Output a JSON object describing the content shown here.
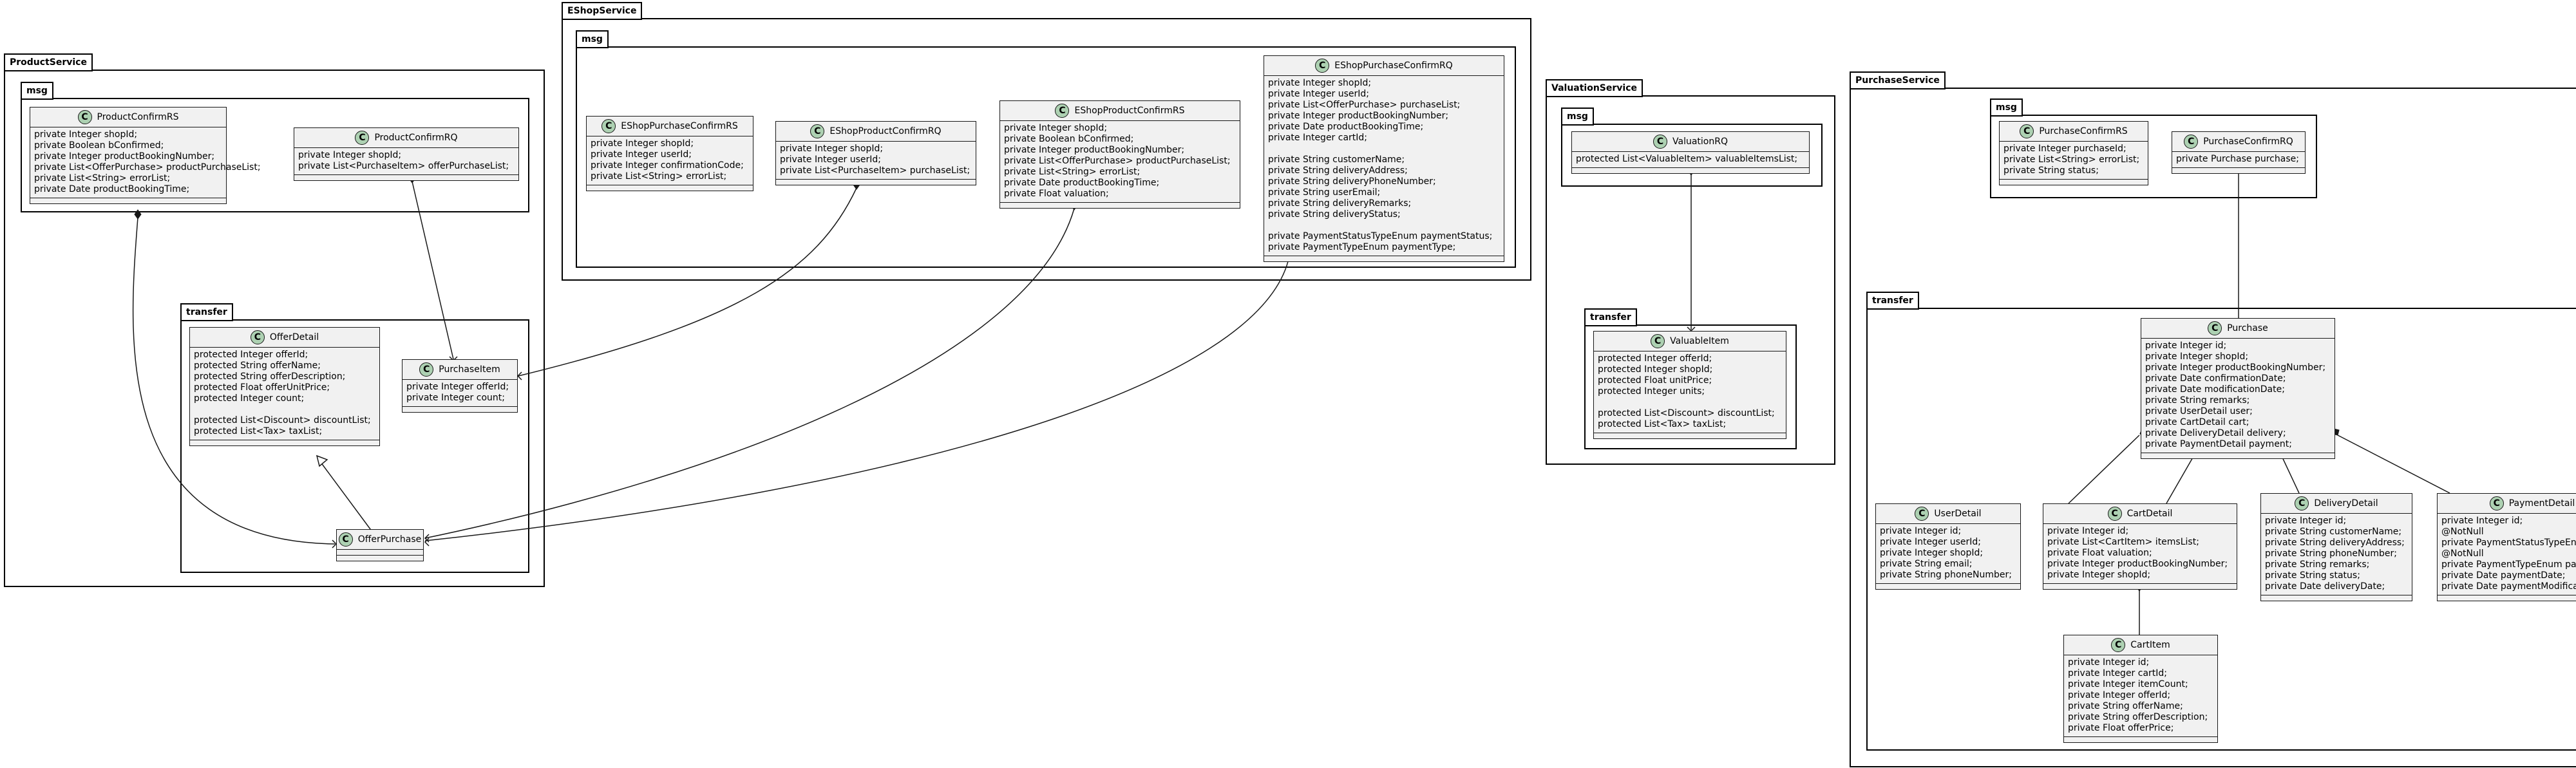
{
  "packages": {
    "product_service": {
      "name": "ProductService",
      "msg": "msg",
      "transfer": "transfer"
    },
    "eshop_service": {
      "name": "EShopService",
      "msg": "msg"
    },
    "valuation_service": {
      "name": "ValuationService",
      "msg": "msg",
      "transfer": "transfer"
    },
    "purchase_service": {
      "name": "PurchaseService",
      "msg": "msg",
      "transfer": "transfer"
    }
  },
  "class_badge": "C",
  "classes": {
    "ProductConfirmRS": {
      "name": "ProductConfirmRS",
      "fields": [
        "private Integer shopId;",
        "private Boolean bConfirmed;",
        "private Integer productBookingNumber;",
        "private List<OfferPurchase> productPurchaseList;",
        "private List<String> errorList;",
        "private Date productBookingTime;"
      ]
    },
    "ProductConfirmRQ": {
      "name": "ProductConfirmRQ",
      "fields": [
        "private Integer shopId;",
        "private List<PurchaseItem> offerPurchaseList;"
      ]
    },
    "OfferDetail": {
      "name": "OfferDetail",
      "fields": [
        "protected Integer offerId;",
        "protected String offerName;",
        "protected String offerDescription;",
        "protected Float offerUnitPrice;",
        "protected Integer count;",
        "",
        "protected List<Discount> discountList;",
        "protected List<Tax> taxList;"
      ]
    },
    "PurchaseItem": {
      "name": "PurchaseItem",
      "fields": [
        "private Integer offerId;",
        "private Integer count;"
      ]
    },
    "OfferPurchase": {
      "name": "OfferPurchase",
      "fields": []
    },
    "EShopPurchaseConfirmRS": {
      "name": "EShopPurchaseConfirmRS",
      "fields": [
        "private Integer shopId;",
        "private Integer userId;",
        "private Integer confirmationCode;",
        "private List<String> errorList;"
      ]
    },
    "EShopProductConfirmRQ": {
      "name": "EShopProductConfirmRQ",
      "fields": [
        "private Integer shopId;",
        "private Integer userId;",
        "private List<PurchaseItem> purchaseList;"
      ]
    },
    "EShopProductConfirmRS": {
      "name": "EShopProductConfirmRS",
      "fields": [
        "private Integer shopId;",
        "private Boolean bConfirmed;",
        "private Integer productBookingNumber;",
        "private List<OfferPurchase> productPurchaseList;",
        "private List<String> errorList;",
        "private Date productBookingTime;",
        "private Float valuation;"
      ]
    },
    "EShopPurchaseConfirmRQ": {
      "name": "EShopPurchaseConfirmRQ",
      "fields": [
        "private Integer shopId;",
        "private Integer userId;",
        "private List<OfferPurchase> purchaseList;",
        "private Integer productBookingNumber;",
        "private Date productBookingTime;",
        "private Integer cartId;",
        "",
        "private String customerName;",
        "private String deliveryAddress;",
        "private String deliveryPhoneNumber;",
        "private String userEmail;",
        "private String deliveryRemarks;",
        "private String deliveryStatus;",
        "",
        "private PaymentStatusTypeEnum paymentStatus;",
        "private PaymentTypeEnum paymentType;"
      ]
    },
    "ValuationRQ": {
      "name": "ValuationRQ",
      "fields": [
        "protected List<ValuableItem> valuableItemsList;"
      ]
    },
    "ValuableItem": {
      "name": "ValuableItem",
      "fields": [
        "protected Integer offerId;",
        "protected Integer shopId;",
        "protected Float unitPrice;",
        "protected Integer units;",
        "",
        "protected List<Discount> discountList;",
        "protected List<Tax> taxList;"
      ]
    },
    "PurchaseConfirmRS": {
      "name": "PurchaseConfirmRS",
      "fields": [
        "private Integer purchaseId;",
        "private List<String> errorList;",
        "private String status;"
      ]
    },
    "PurchaseConfirmRQ": {
      "name": "PurchaseConfirmRQ",
      "fields": [
        "private Purchase purchase;"
      ]
    },
    "Purchase": {
      "name": "Purchase",
      "fields": [
        "private Integer id;",
        "private Integer shopId;",
        "private Integer productBookingNumber;",
        "private Date confirmationDate;",
        "private Date modificationDate;",
        "private String remarks;",
        "private UserDetail user;",
        "private CartDetail cart;",
        "private DeliveryDetail delivery;",
        "private PaymentDetail payment;"
      ]
    },
    "UserDetail": {
      "name": "UserDetail",
      "fields": [
        "private Integer id;",
        "private Integer userId;",
        "private Integer shopId;",
        "private String email;",
        "private String phoneNumber;"
      ]
    },
    "CartDetail": {
      "name": "CartDetail",
      "fields": [
        "private Integer id;",
        "private List<CartItem> itemsList;",
        "private Float valuation;",
        "private Integer productBookingNumber;",
        "private Integer shopId;"
      ]
    },
    "DeliveryDetail": {
      "name": "DeliveryDetail",
      "fields": [
        "private Integer id;",
        "private String customerName;",
        "private String deliveryAddress;",
        "private String phoneNumber;",
        "private String remarks;",
        "private String status;",
        "private Date deliveryDate;"
      ]
    },
    "PaymentDetail": {
      "name": "PaymentDetail",
      "fields": [
        "private Integer id;",
        "@NotNull",
        "private PaymentStatusTypeEnum status;",
        "@NotNull",
        "private PaymentTypeEnum paymentType;",
        "private Date paymentDate;",
        "private Date paymentModificationDate;"
      ]
    },
    "CartItem": {
      "name": "CartItem",
      "fields": [
        "private Integer id;",
        "private Integer cartId;",
        "private Integer itemCount;",
        "private Integer offerId;",
        "private String offerName;",
        "private String offerDescription;",
        "private Float offerPrice;"
      ]
    }
  }
}
